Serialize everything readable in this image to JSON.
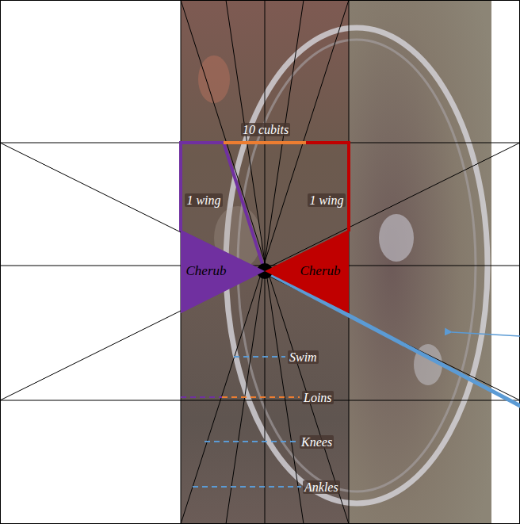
{
  "diagram": {
    "nodes": [
      {
        "text": [
          "Cherub"
        ]
      },
      {
        "text": [
          "Cherub"
        ]
      }
    ],
    "labels": [
      "10 cubits",
      "1 wing",
      "1 wing",
      "Swim",
      "Loins",
      "Knees",
      "Ankles"
    ]
  }
}
